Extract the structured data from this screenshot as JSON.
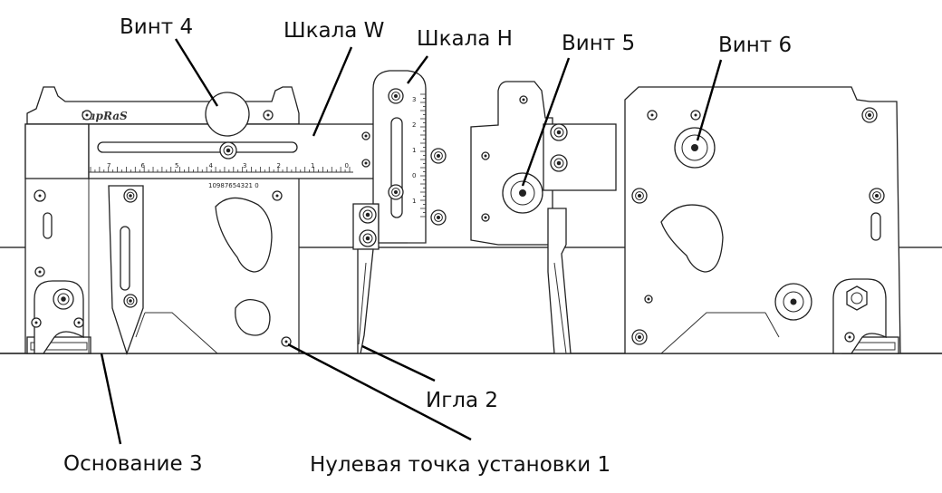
{
  "labels": {
    "vint4": "Винт 4",
    "shkala_w": "Шкала W",
    "shkala_h": "Шкала Н",
    "vint5": "Винт 5",
    "vint6": "Винт 6",
    "igla2": "Игла 2",
    "osnovanie3": "Основание 3",
    "nulevaya1": "Нулевая точка установки 1"
  },
  "brand_text": "TapRaS",
  "scale_w": {
    "top_numbers": [
      "7",
      "6",
      "5",
      "4",
      "3",
      "2",
      "1",
      "0"
    ],
    "bottom_numbers": "10987654321 0"
  },
  "scale_h": {
    "numbers": [
      "3",
      "2",
      "1",
      "0",
      "1"
    ]
  },
  "colors": {
    "line": "#222222",
    "background": "#ffffff",
    "text": "#111111"
  }
}
